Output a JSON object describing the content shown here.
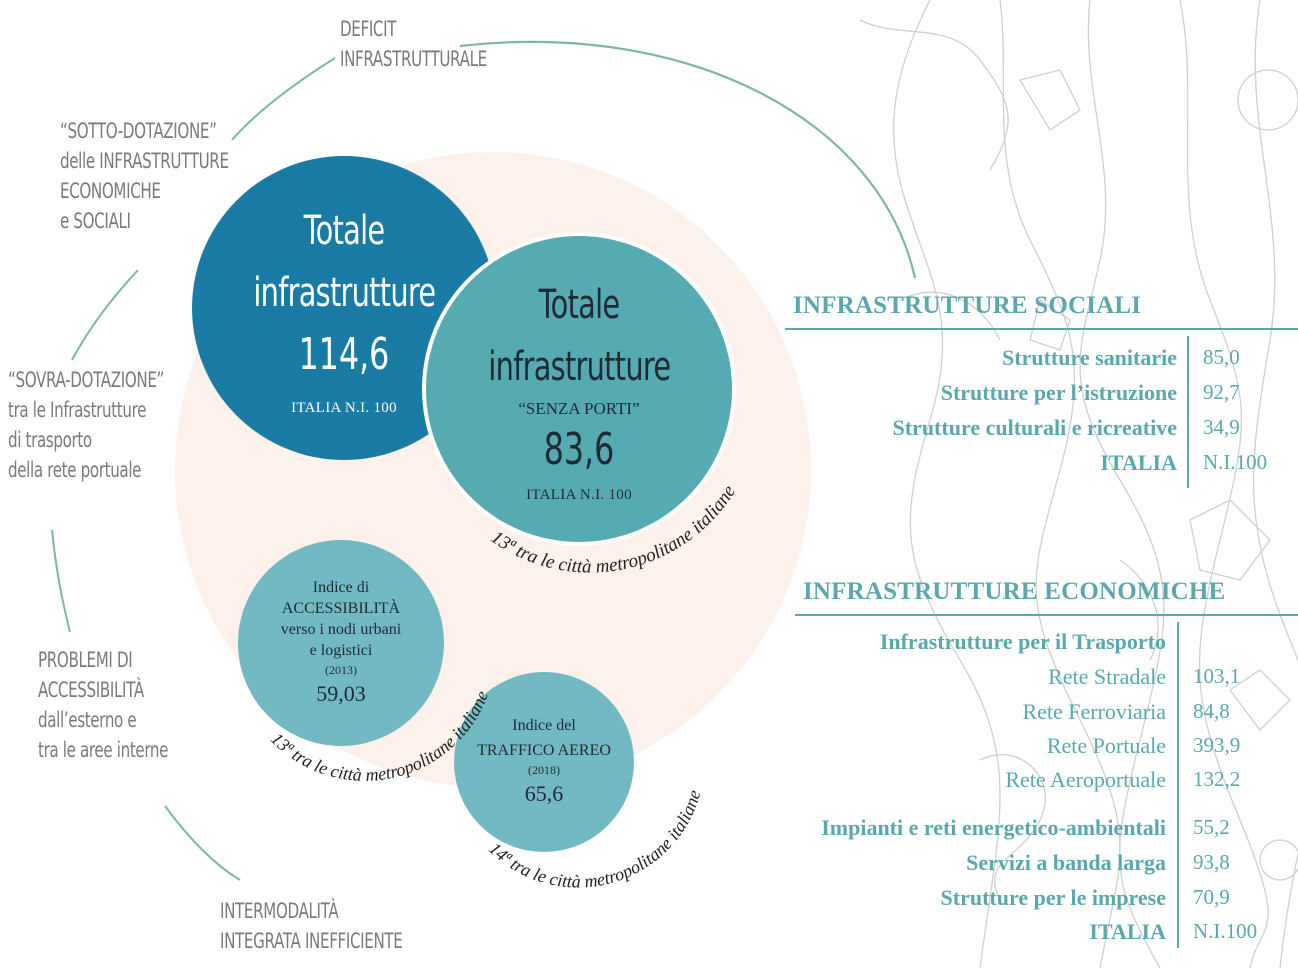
{
  "side_labels": {
    "deficit": [
      "DEFICIT",
      "INFRASTRUTTURALE"
    ],
    "sotto": [
      "“SOTTO-DOTAZIONE”",
      "delle INFRASTRUTTURE",
      "ECONOMICHE",
      "e SOCIALI"
    ],
    "sovra": [
      "“SOVRA-DOTAZIONE”",
      "tra le Infrastrutture",
      "di trasporto",
      "della rete portuale"
    ],
    "problemi": [
      "PROBLEMI DI",
      "ACCESSIBILITÀ",
      "dall’esterno e",
      "tra le aree interne"
    ],
    "intermodalita": [
      "INTERMODALITÀ",
      "INTEGRATA INEFFICIENTE"
    ]
  },
  "circles": {
    "totale": {
      "title_1": "Totale",
      "title_2": "infrastrutture",
      "value": "114,6",
      "note": "ITALIA N.I. 100",
      "color": "#1a7ca5"
    },
    "senza_porti": {
      "title_1": "Totale",
      "title_2": "infrastrutture",
      "subtitle": "“SENZA PORTI”",
      "value": "83,6",
      "note": "ITALIA N.I. 100",
      "rank": "13ª tra le città metropolitane italiane",
      "color": "#56abb3"
    },
    "accessibilita": {
      "line_1": "Indice di",
      "line_2": "ACCESSIBILITÀ",
      "line_3": "verso i nodi urbani",
      "line_4": "e logistici",
      "year": "(2013)",
      "value": "59,03",
      "rank": "13ª tra le città metropolitane italiane",
      "color": "#72b9c3"
    },
    "traffico": {
      "line_1": "Indice del",
      "line_2": "TRAFFICO AEREO",
      "year": "(2018)",
      "value": "65,6",
      "rank": "14ª tra le città metropolitane italiane",
      "color": "#72b9c3"
    }
  },
  "sociali": {
    "title": "INFRASTRUTTURE SOCIALI",
    "rows": [
      {
        "label": "Strutture sanitarie",
        "value": "85,0"
      },
      {
        "label": "Strutture per l’istruzione",
        "value": "92,7"
      },
      {
        "label": "Strutture culturali e ricreative",
        "value": "34,9"
      },
      {
        "label": "ITALIA",
        "value": "N.I.100"
      }
    ]
  },
  "economiche": {
    "title": "INFRASTRUTTURE ECONOMICHE",
    "trasporto_label": "Infrastrutture per il Trasporto",
    "trasporto_rows": [
      {
        "label": "Rete Stradale",
        "value": "103,1"
      },
      {
        "label": "Rete Ferroviaria",
        "value": "84,8"
      },
      {
        "label": "Rete Portuale",
        "value": "393,9"
      },
      {
        "label": "Rete Aeroportuale",
        "value": "132,2"
      }
    ],
    "other_rows": [
      {
        "label": "Impianti e reti energetico-ambientali",
        "value": "55,2"
      },
      {
        "label": "Servizi a banda larga",
        "value": "93,8"
      },
      {
        "label": "Strutture per le imprese",
        "value": "70,9"
      },
      {
        "label": "ITALIA",
        "value": "N.I.100"
      }
    ]
  },
  "colors": {
    "accent": "#5aa8ad",
    "arc": "#7fb5a8",
    "halo": "#fdf1ec",
    "label_gray": "#7a7a7a"
  }
}
